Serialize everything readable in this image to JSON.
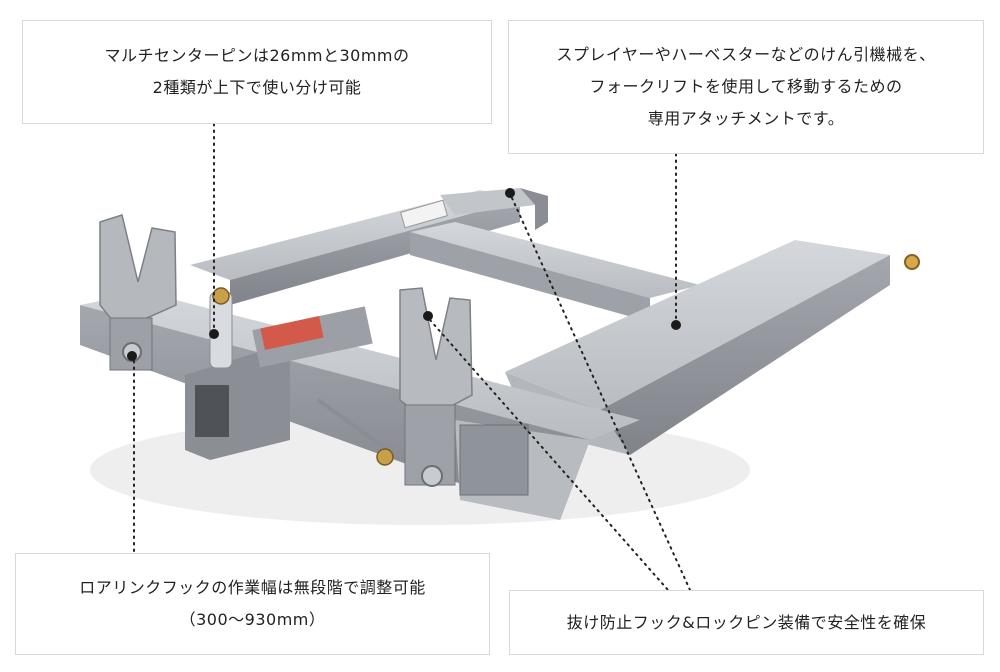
{
  "image": {
    "subject": "hitch-attachment-photo",
    "colors": {
      "galvanized_light": "#c9ccd0",
      "galvanized_mid": "#a9adb2",
      "galvanized_dark": "#7d8187",
      "shadow": "#4f5358",
      "leader": "#222222"
    }
  },
  "callouts": {
    "top_left": {
      "line1": "マルチセンターピンは26mmと30mmの",
      "line2": "2種類が上下で使い分け可能"
    },
    "top_right": {
      "line1": "スプレイヤーやハーベスターなどのけん引機械を、",
      "line2": "フォークリフトを使用して移動するための",
      "line3": "専用アタッチメントです。"
    },
    "bottom_left": {
      "line1": "ロアリンクフックの作業幅は無段階で調整可能",
      "line2": "（300〜930mm）"
    },
    "bottom_right": {
      "line1": "抜け防止フック&ロックピン装備で安全性を確保"
    }
  }
}
